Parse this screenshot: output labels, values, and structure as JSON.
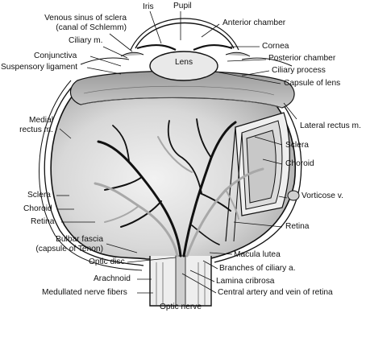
{
  "labels": {
    "iris": "Iris",
    "pupil": "Pupil",
    "venous_sinus_1": "Venous sinus of sclera",
    "venous_sinus_2": "(canal of Schlemm)",
    "anterior_chamber": "Anterior chamber",
    "ciliary_m": "Ciliary m.",
    "cornea": "Cornea",
    "conjunctiva": "Conjunctiva",
    "posterior_chamber": "Posterior chamber",
    "lens": "Lens",
    "suspensory_ligament": "Suspensory ligament",
    "ciliary_process": "Ciliary process",
    "capsule_of_lens": "Capsule of lens",
    "medial_rectus_1": "Medial",
    "medial_rectus_2": "rectus m.",
    "lateral_rectus": "Lateral rectus m.",
    "sclera_right": "Sclera",
    "choroid_right": "Choroid",
    "vorticose": "Vorticose v.",
    "sclera_left": "Sclera",
    "choroid_left": "Choroid",
    "retina_left": "Retina",
    "retina_right": "Retina",
    "bulbar_fascia_1": "Bulbar fascia",
    "bulbar_fascia_2": "(capsule of Tenon)",
    "macula_lutea": "Macula lutea",
    "optic_disc": "Optic disc",
    "branches_ciliary": "Branches of ciliary a.",
    "arachnoid": "Arachnoid",
    "lamina_cribrosa": "Lamina cribrosa",
    "medullated_fibers": "Medullated nerve fibers",
    "central_artery": "Central artery and vein of retina",
    "optic_nerve": "Optic nerve"
  },
  "colors": {
    "ink": "#111111",
    "eyeball_fill": "#d9d9d9",
    "ciliary_band": "#b5b5b5",
    "lens_fill": "#e6e6e6",
    "vessel_light": "#a8a8a8"
  }
}
